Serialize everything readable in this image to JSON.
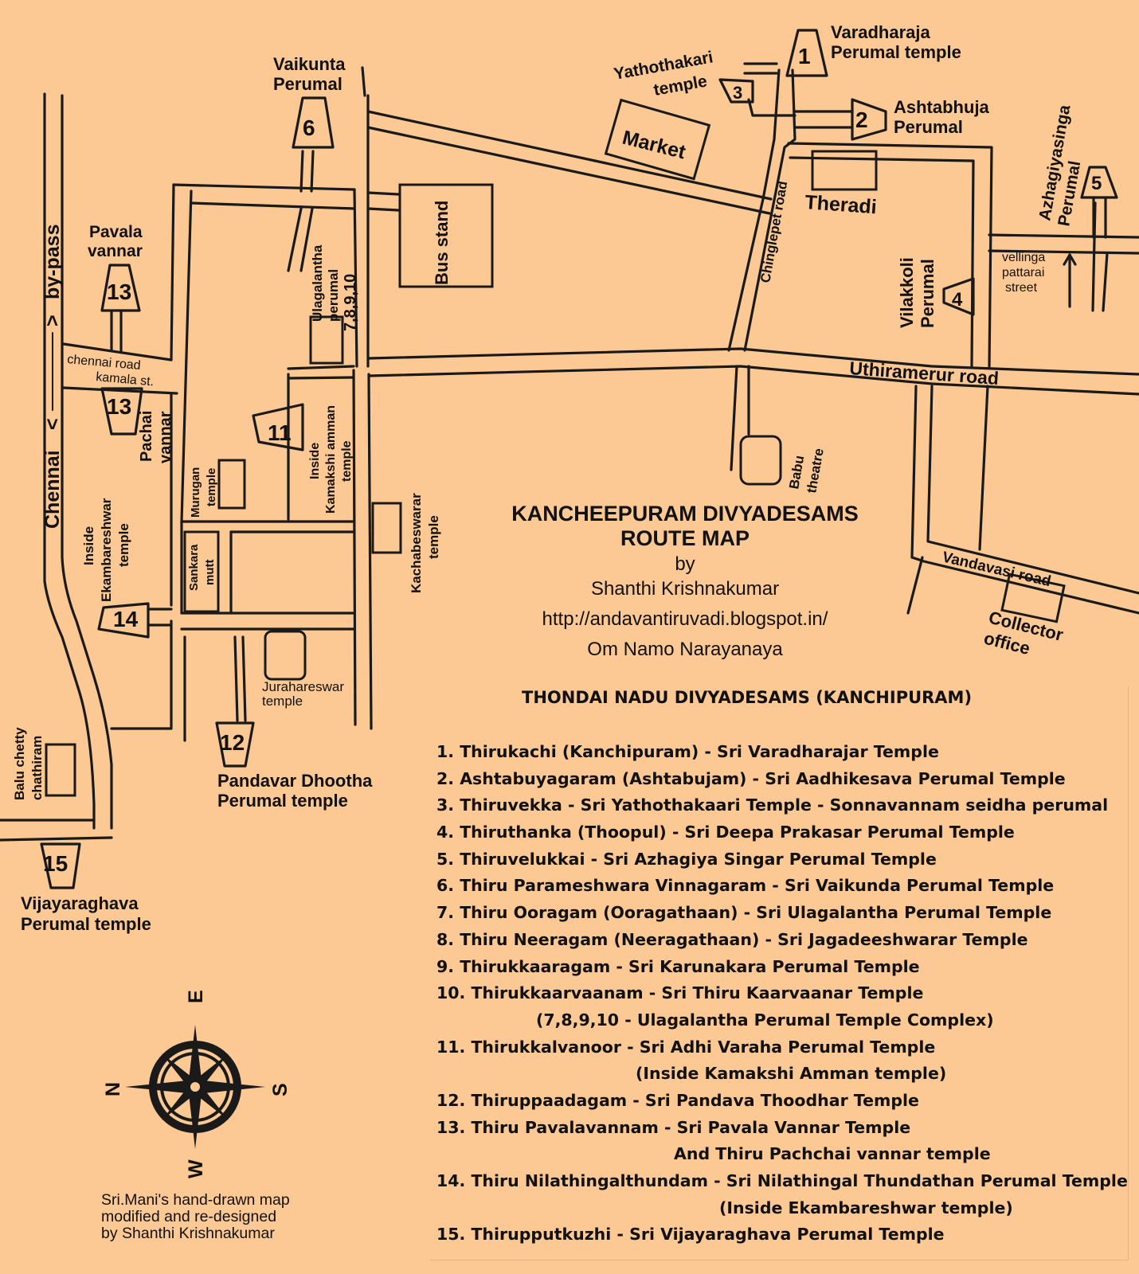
{
  "map": {
    "title_line1": "KANCHEEPURAM DIVYADESAMS",
    "title_line2": "ROUTE MAP",
    "by": "by",
    "author": "Shanthi Krishnakumar",
    "url": "http://andavantiruvadi.blogspot.in/",
    "salutation": "Om Namo Narayanaya"
  },
  "temples": {
    "t1": {
      "num": "1",
      "label_1": "Varadharaja",
      "label_2": "Perumal temple"
    },
    "t2": {
      "num": "2",
      "label_1": "Ashtabhuja",
      "label_2": "Perumal"
    },
    "t3": {
      "num": "3",
      "label_1": "Yathothakari",
      "label_2": "temple"
    },
    "t4": {
      "num": "4",
      "label_1": "Vilakkoli",
      "label_2": "Perumal"
    },
    "t5": {
      "num": "5",
      "label_1": "Azhagiyasinga",
      "label_2": "Perumal"
    },
    "t6": {
      "num": "6",
      "label_1": "Vaikunta",
      "label_2": "Perumal"
    },
    "t7": {
      "label_1": "Ulagalantha",
      "label_2": "perumal",
      "label_3": "7,8,9,10"
    },
    "t11": {
      "num": "11",
      "label_1": "Inside",
      "label_2": "Kamakshi amman",
      "label_3": "temple"
    },
    "t12": {
      "num": "12",
      "label_1": "Pandavar Dhootha",
      "label_2": "Perumal temple"
    },
    "t13a": {
      "num": "13",
      "label_1": "Pavala",
      "label_2": "vannar"
    },
    "t13b": {
      "num": "13",
      "label_1": "Pachai",
      "label_2": "vannar"
    },
    "t14": {
      "num": "14",
      "label_1": "Inside",
      "label_2": "Ekambareshwar",
      "label_3": "temple"
    },
    "t15": {
      "num": "15",
      "label_1": "Vijayaraghava",
      "label_2": "Perumal temple"
    }
  },
  "landmarks": {
    "market": "Market",
    "theradi": "Theradi",
    "bus_stand": "Bus stand",
    "babu_1": "Babu",
    "babu_2": "theatre",
    "kachabeswarar_1": "Kachabeswarar",
    "kachabeswarar_2": "temple",
    "murugan_1": "Murugan",
    "murugan_2": "temple",
    "sankara_1": "Sankara",
    "sankara_2": "mutt",
    "jurahareswar_1": "Jurahareswar",
    "jurahareswar_2": "temple",
    "balu_1": "Balu chetty",
    "balu_2": "chathiram",
    "collector_1": "Collector",
    "collector_2": "office",
    "vellinga_1": "vellinga",
    "vellinga_2": "pattarai",
    "vellinga_3": "street"
  },
  "roads": {
    "chinglepet": "Chinglepet road",
    "uthiramerur": "Uthiramerur road",
    "vandavasi": "Vandavasi road",
    "chennai": "Chennai",
    "bypass": "by-pass",
    "chennai_road": "chennai road",
    "kamala": "kamala st."
  },
  "compass": {
    "n": "N",
    "e": "E",
    "s": "S",
    "w": "W"
  },
  "list": {
    "heading": "THONDAI NADU DIVYADESAMS (KANCHIPURAM)",
    "items": [
      "1. Thirukachi (Kanchipuram) - Sri Varadharajar Temple",
      "2. Ashtabuyagaram (Ashtabujam) - Sri Aadhikesava Perumal Temple",
      "3. Thiruvekka - Sri Yathothakaari Temple - Sonnavannam seidha perumal",
      "4. Thiruthanka (Thoopul) - Sri Deepa Prakasar Perumal Temple",
      "5. Thiruvelukkai - Sri Azhagiya Singar Perumal Temple",
      "6. Thiru Parameshwara Vinnagaram - Sri Vaikunda Perumal Temple",
      "7. Thiru Ooragam (Ooragathaan) - Sri Ulagalantha Perumal Temple",
      "8. Thiru Neeragam (Neeragathaan) - Sri Jagadeeshwarar Temple",
      "9. Thirukkaaragam - Sri Karunakara Perumal Temple",
      "10. Thirukkaarvaanam - Sri Thiru Kaarvaanar Temple",
      "(7,8,9,10 - Ulagalantha Perumal Temple Complex)",
      "11. Thirukkalvanoor - Sri Adhi Varaha Perumal Temple",
      "(Inside Kamakshi Amman temple)",
      "12. Thiruppaadagam - Sri Pandava Thoodhar Temple",
      "13. Thiru Pavalavannam - Sri Pavala Vannar Temple",
      "And Thiru Pachchai vannar temple",
      "14. Thiru Nilathingalthundam - Sri Nilathingal Thundathan Perumal Temple",
      "(Inside Ekambareshwar temple)",
      "15. Thirupputkuzhi - Sri Vijayaraghava Perumal Temple"
    ]
  },
  "credit": {
    "line1": "Sri.Mani's hand-drawn map",
    "line2": "modified and re-designed",
    "line3": "by Shanthi Krishnakumar"
  }
}
